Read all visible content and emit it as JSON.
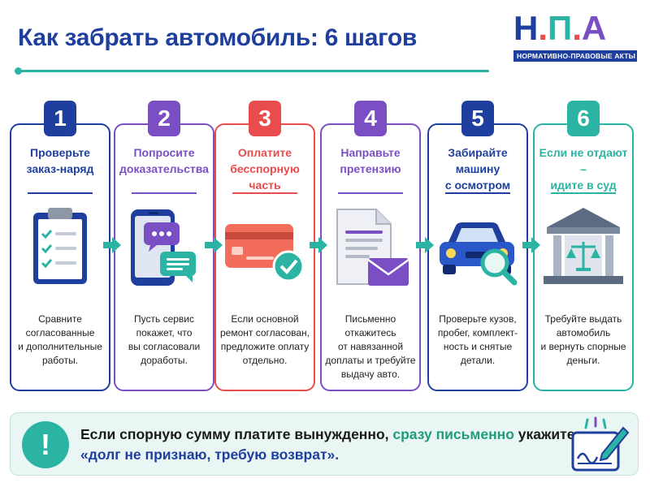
{
  "header": {
    "title": "Как забрать автомобиль: 6 шагов"
  },
  "logo": {
    "letter_1": "Н",
    "dot_1": ".",
    "letter_2": "П",
    "dot_2": ".",
    "letter_3": "А",
    "caption": "НОРМАТИВНО-ПРАВОВЫЕ АКТЫ",
    "colors": {
      "letter_1": "#1f3f9e",
      "letter_2": "#2bb3a3",
      "letter_3": "#7b4fc4",
      "dots": "#e84c4c"
    }
  },
  "steps": [
    {
      "number": "1",
      "title_lines": [
        "Проверьте",
        "заказ-наряд"
      ],
      "desc_lines": [
        "Сравните",
        "согласованные",
        "и дополнительные",
        "работы."
      ],
      "icon": "clipboard-checklist-icon",
      "color": "#1f3f9e"
    },
    {
      "number": "2",
      "title_lines": [
        "Попросите",
        "доказательства"
      ],
      "desc_lines": [
        "Пусть сервис",
        "покажет, что",
        "вы согласовали",
        "доработы."
      ],
      "icon": "phone-chat-icon",
      "color": "#7b4fc4"
    },
    {
      "number": "3",
      "title_lines": [
        "Оплатите",
        "бесспорную",
        "часть"
      ],
      "desc_lines": [
        "Если основной",
        "ремонт согласован,",
        "предложите оплату",
        "отдельно."
      ],
      "icon": "card-check-icon",
      "color": "#e84c4c"
    },
    {
      "number": "4",
      "title_lines": [
        "Направьте",
        "претензию"
      ],
      "desc_lines": [
        "Письменно",
        "откажитесь",
        "от навязанной",
        "доплаты и требуйте",
        "выдачу авто."
      ],
      "icon": "document-envelope-icon",
      "color": "#7b4fc4"
    },
    {
      "number": "5",
      "title_lines": [
        "Забирайте",
        "машину",
        "с осмотром"
      ],
      "desc_lines": [
        "Проверьте кузов,",
        "пробег, комплект-",
        "ность и снятые",
        "детали."
      ],
      "icon": "car-magnifier-icon",
      "color": "#1f3f9e"
    },
    {
      "number": "6",
      "title_lines": [
        "Если не отдают –",
        "идите в суд"
      ],
      "desc_lines": [
        "Требуйте выдать",
        "автомобиль",
        "и вернуть спорные",
        "деньги."
      ],
      "icon": "courthouse-icon",
      "color": "#2bb3a3"
    }
  ],
  "bottom_note": {
    "icon": "exclamation-icon",
    "line1_part1": "Если спорную сумму платите вынужденно, ",
    "line1_highlight": "сразу письменно",
    "line1_part2": " укажите:",
    "line2": "«долг не признаю, требую возврат».",
    "side_icon": "signing-pen-icon"
  }
}
